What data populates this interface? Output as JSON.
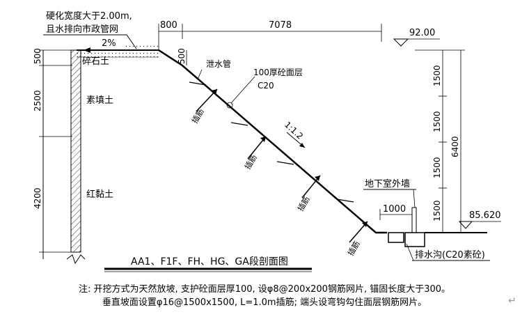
{
  "labels": {
    "hardened_width": "硬化宽度大于2.00m,",
    "drain_to_pipe": "且水排向市政管网",
    "slope_top": "2%",
    "dim_800": "800",
    "dim_7078": "7078",
    "elev_top": "92.00",
    "dim_500_left": "500",
    "dim_2500": "2500",
    "dim_4200": "4200",
    "crushed_stone": "碎石土",
    "plain_fill": "素填土",
    "red_clay": "红黏土",
    "dim_500_slope": "500",
    "drain_pipe": "泄水管",
    "concrete_layer_1": "100厚砼面层",
    "concrete_layer_2": "C20",
    "slope_ratio": "1:1.2",
    "anchor": "插筋",
    "dim_1500": "1500",
    "dim_6400": "6400",
    "basement_wall": "地下室外墙",
    "dim_1000": "1000",
    "elev_bottom": "85.620",
    "ditch": "排水沟(C20素砼)",
    "section_title": "AA1、F1F、FH、HG、GA段剖面图",
    "return_mark": "↵"
  },
  "notes": {
    "line1": "注: 开挖方式为天然放坡, 支护砼面层厚100, 设φ8@200x200钢筋网片, 锚固长度大于300。",
    "line2": "垂直坡面设置φ16@1500x1500, L=1.0m插筋; 端头设弯钩勾住面层钢筋网片。"
  },
  "colors": {
    "line": "#000000",
    "background": "#ffffff"
  }
}
